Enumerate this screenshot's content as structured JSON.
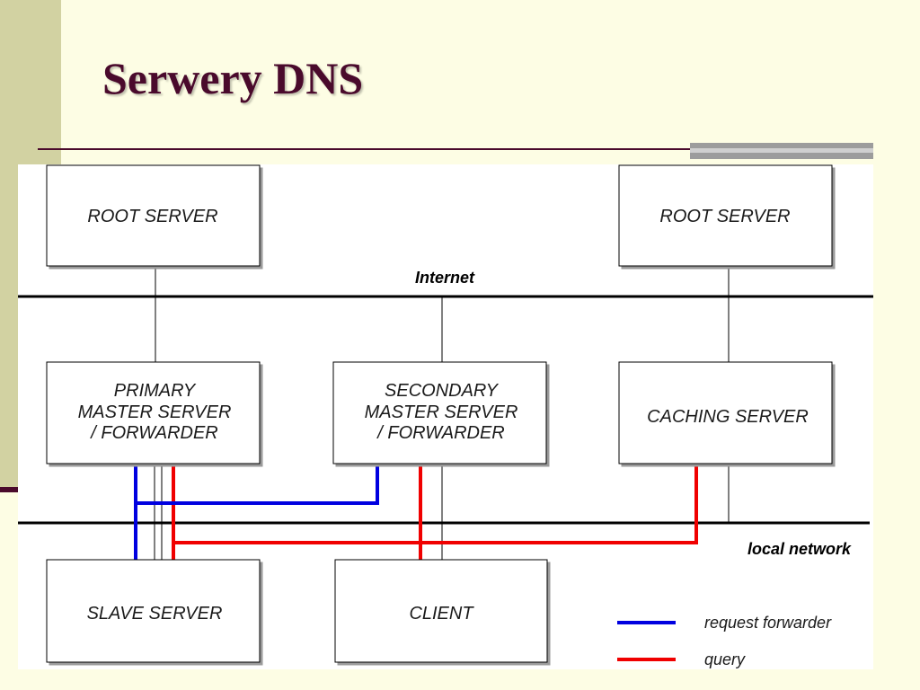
{
  "slide": {
    "title": "Serwery DNS"
  },
  "colors": {
    "title": "#4a0a2c",
    "background": "#fdfde4",
    "band": "#d2d2a2",
    "request_forwarder": "#0000e0",
    "query": "#f00000"
  },
  "diagram": {
    "networks": {
      "internet": "Internet",
      "local": "local network"
    },
    "boxes": {
      "root_left": [
        "ROOT SERVER"
      ],
      "root_right": [
        "ROOT SERVER"
      ],
      "primary": [
        "PRIMARY",
        "MASTER SERVER",
        "/ FORWARDER"
      ],
      "secondary": [
        "SECONDARY",
        "MASTER SERVER",
        "/ FORWARDER"
      ],
      "caching": [
        "CACHING SERVER"
      ],
      "slave": [
        "SLAVE SERVER"
      ],
      "client": [
        "CLIENT"
      ]
    },
    "legend": {
      "request_forwarder": "request forwarder",
      "query": "query"
    }
  }
}
